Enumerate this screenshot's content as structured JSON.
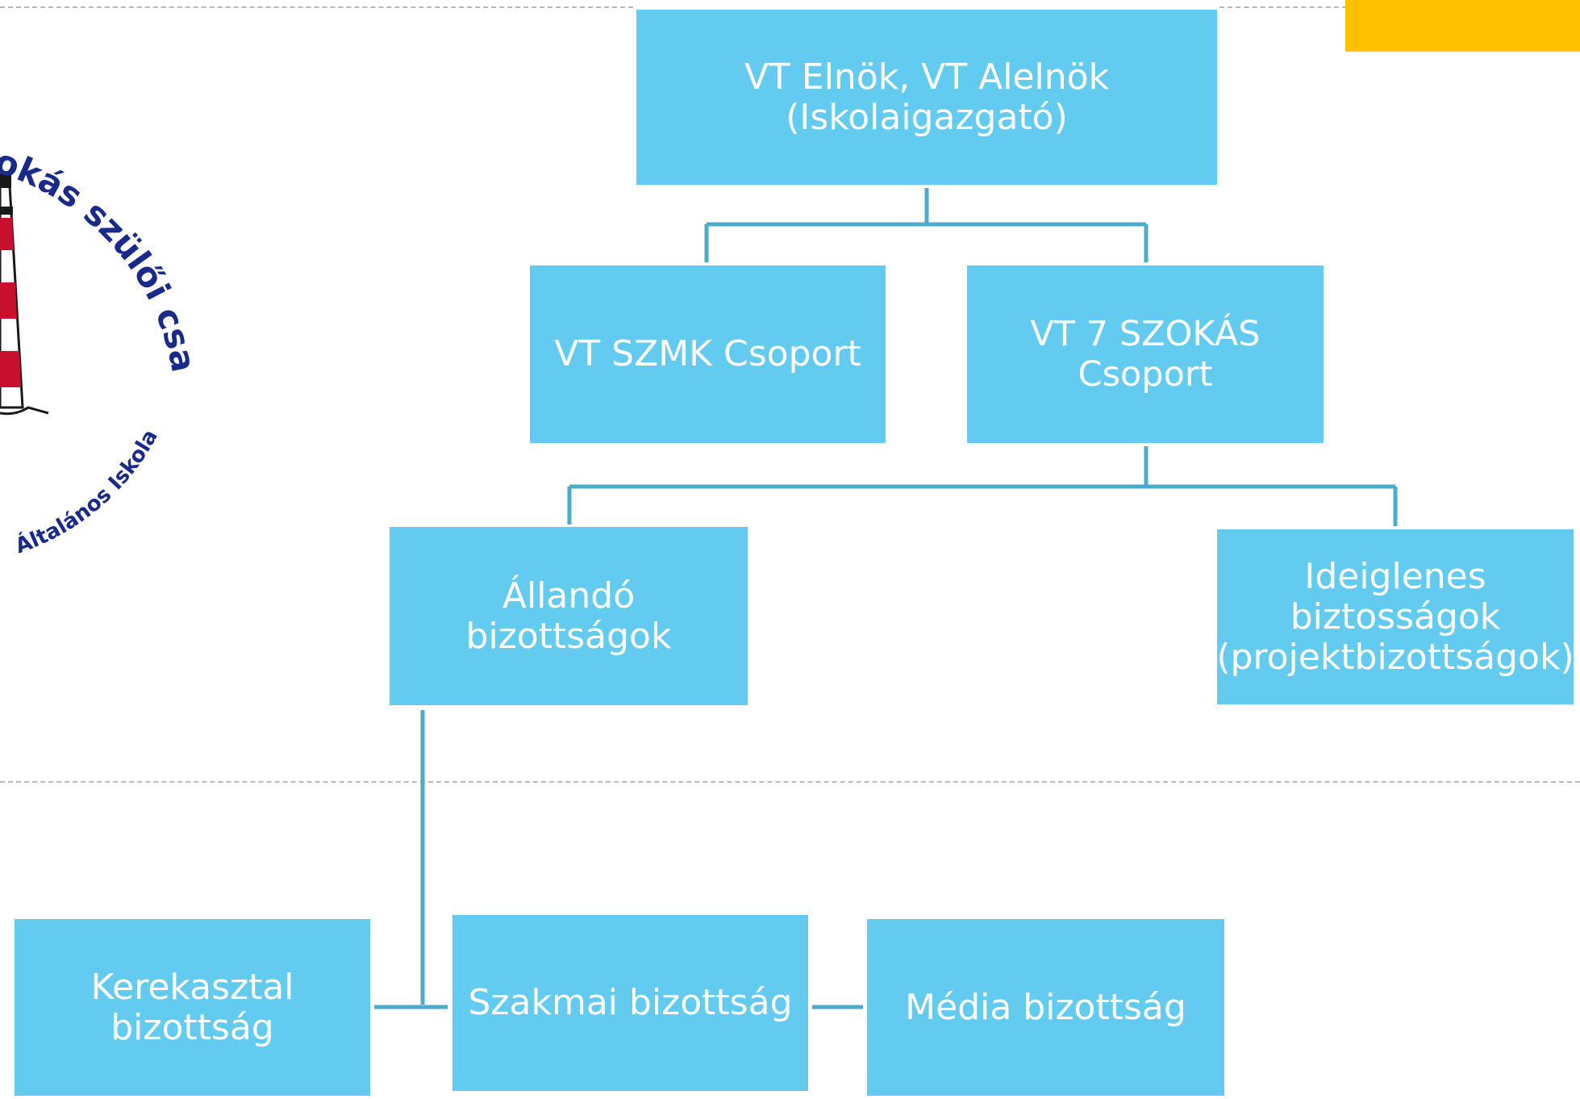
{
  "colors": {
    "box_fill": "#63cbef",
    "box_text": "#ffffff",
    "connector": "#4aabcc",
    "accent_tab": "#ffc000",
    "logo_text": "#1a2a8a",
    "logo_red": "#c8102e"
  },
  "logo": {
    "arc_top": "szokás szülői csapat",
    "arc_bottom": "Általános Iskola"
  },
  "boxes": {
    "president": {
      "line1": "VT Elnök, VT Alelnök",
      "line2": "(Iskolaigazgató)"
    },
    "szmk": {
      "line1": "VT SZMK Csoport"
    },
    "szokas": {
      "line1": "VT 7 SZOKÁS Csoport"
    },
    "standing": {
      "line1": "Állandó bizottságok"
    },
    "temporary": {
      "line1": "Ideiglenes",
      "line2": "biztosságok",
      "line3": "(projektbizottságok)"
    },
    "roundtable": {
      "line1": "Kerekasztal",
      "line2": "bizottság"
    },
    "professional": {
      "line1": "Szakmai bizottság"
    },
    "media": {
      "line1": "Média bizottság"
    }
  }
}
